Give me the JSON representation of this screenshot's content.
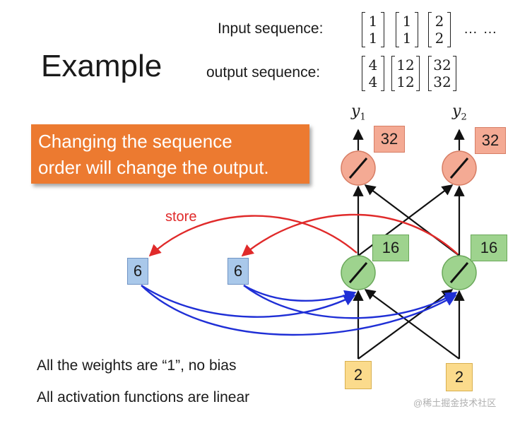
{
  "title": "Example",
  "input_label": "Input sequence:",
  "output_label": "output sequence:",
  "input_sequence": [
    [
      "1",
      "1"
    ],
    [
      "1",
      "1"
    ],
    [
      "2",
      "2"
    ]
  ],
  "output_sequence": [
    [
      "4",
      "4"
    ],
    [
      "12",
      "12"
    ],
    [
      "32",
      "32"
    ]
  ],
  "ellipsis": "…  …",
  "callout": {
    "line1": "Changing the sequence",
    "line2": "order will change the output."
  },
  "outputs": {
    "y1": {
      "base": "y",
      "sub": "1",
      "value": "32"
    },
    "y2": {
      "base": "y",
      "sub": "2",
      "value": "32"
    }
  },
  "hidden_values": {
    "h1": "16",
    "h2": "16"
  },
  "memory_values": {
    "m1": "6",
    "m2": "6"
  },
  "inputs": {
    "x1": "2",
    "x2": "2"
  },
  "store_label": "store",
  "notes": {
    "weights": "All the weights are “1”, no bias",
    "activation": "All activation functions are linear"
  },
  "watermark": "@稀土掘金技术社区",
  "colors": {
    "callout": "#ec7a30",
    "red_node": "#f4aa94",
    "green_node": "#9ed38e",
    "memory_box": "#a9c8ea",
    "input_box": "#fbdb8c",
    "store_arrow": "#e02a2a",
    "memory_arrow": "#1f2fd6"
  }
}
